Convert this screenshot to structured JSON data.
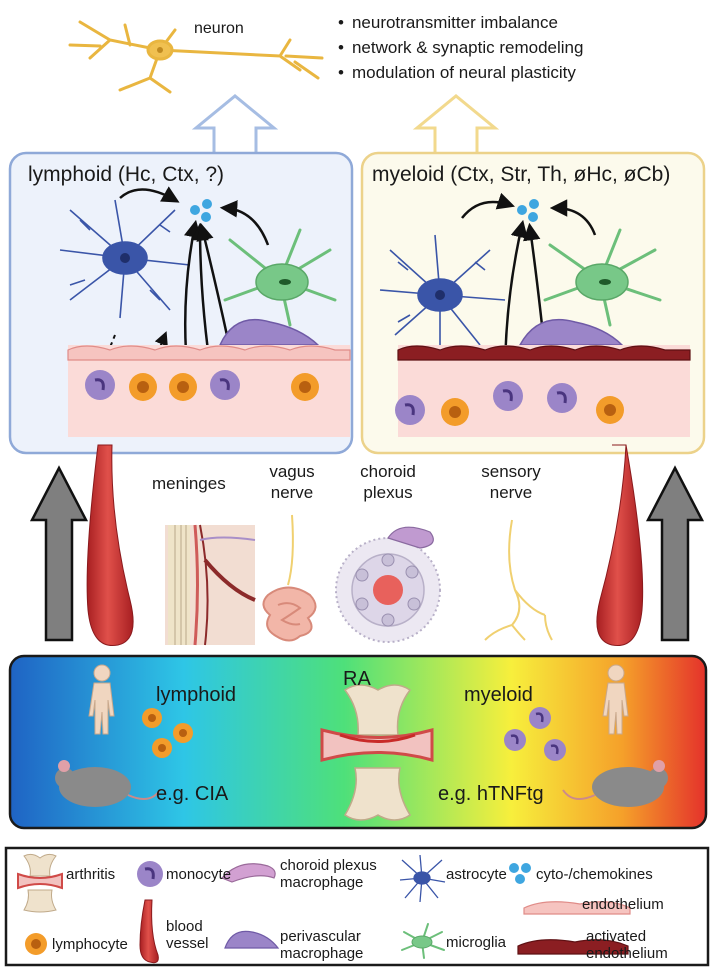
{
  "neuron": {
    "label": "neuron"
  },
  "effects": [
    "neurotransmitter imbalance",
    "network & synaptic remodeling",
    "modulation of neural plasticity"
  ],
  "panels": {
    "lymphoid": {
      "title": "lymphoid (Hc, Ctx, ?)",
      "color": "#8fa9d8",
      "fill": "#edf2fb"
    },
    "myeloid": {
      "title": "myeloid (Ctx, Str, Th, øHc, øCb)",
      "color": "#ecd28a",
      "fill": "#fcfaec"
    }
  },
  "routes": {
    "meninges": "meninges",
    "vagus": [
      "vagus",
      "nerve"
    ],
    "choroid": [
      "choroid",
      "plexus"
    ],
    "sensory": [
      "sensory",
      "nerve"
    ]
  },
  "bottom": {
    "lymphoid": "lymphoid",
    "ra": "RA",
    "myeloid": "myeloid",
    "cia": "e.g. CIA",
    "htnf": "e.g. hTNFtg"
  },
  "legend": {
    "arthritis": "arthritis",
    "monocyte": "monocyte",
    "choroid_macrophage": [
      "choroid plexus",
      "macrophage"
    ],
    "astrocyte": "astrocyte",
    "cytokines": "cyto-/chemokines",
    "endothelium": "endothelium",
    "lymphocyte": "lymphocyte",
    "blood_vessel": [
      "blood",
      "vessel"
    ],
    "perivascular": [
      "perivascular",
      "macrophage"
    ],
    "microglia": "microglia",
    "activated_endothelium": [
      "activated",
      "endothelium"
    ]
  },
  "colors": {
    "astrocyte": "#3a55a8",
    "microglia": "#6cbf7a",
    "monocyte": "#9b85c8",
    "lymphocyte": "#f39c2a",
    "cytokine": "#3ea6e0",
    "vessel": "#c9302c",
    "neuron": "#f0c050",
    "endothelium": "#f6c4c0",
    "activated_endothelium": "#8b1e22",
    "arrow_gray": "#7f7f7f"
  }
}
